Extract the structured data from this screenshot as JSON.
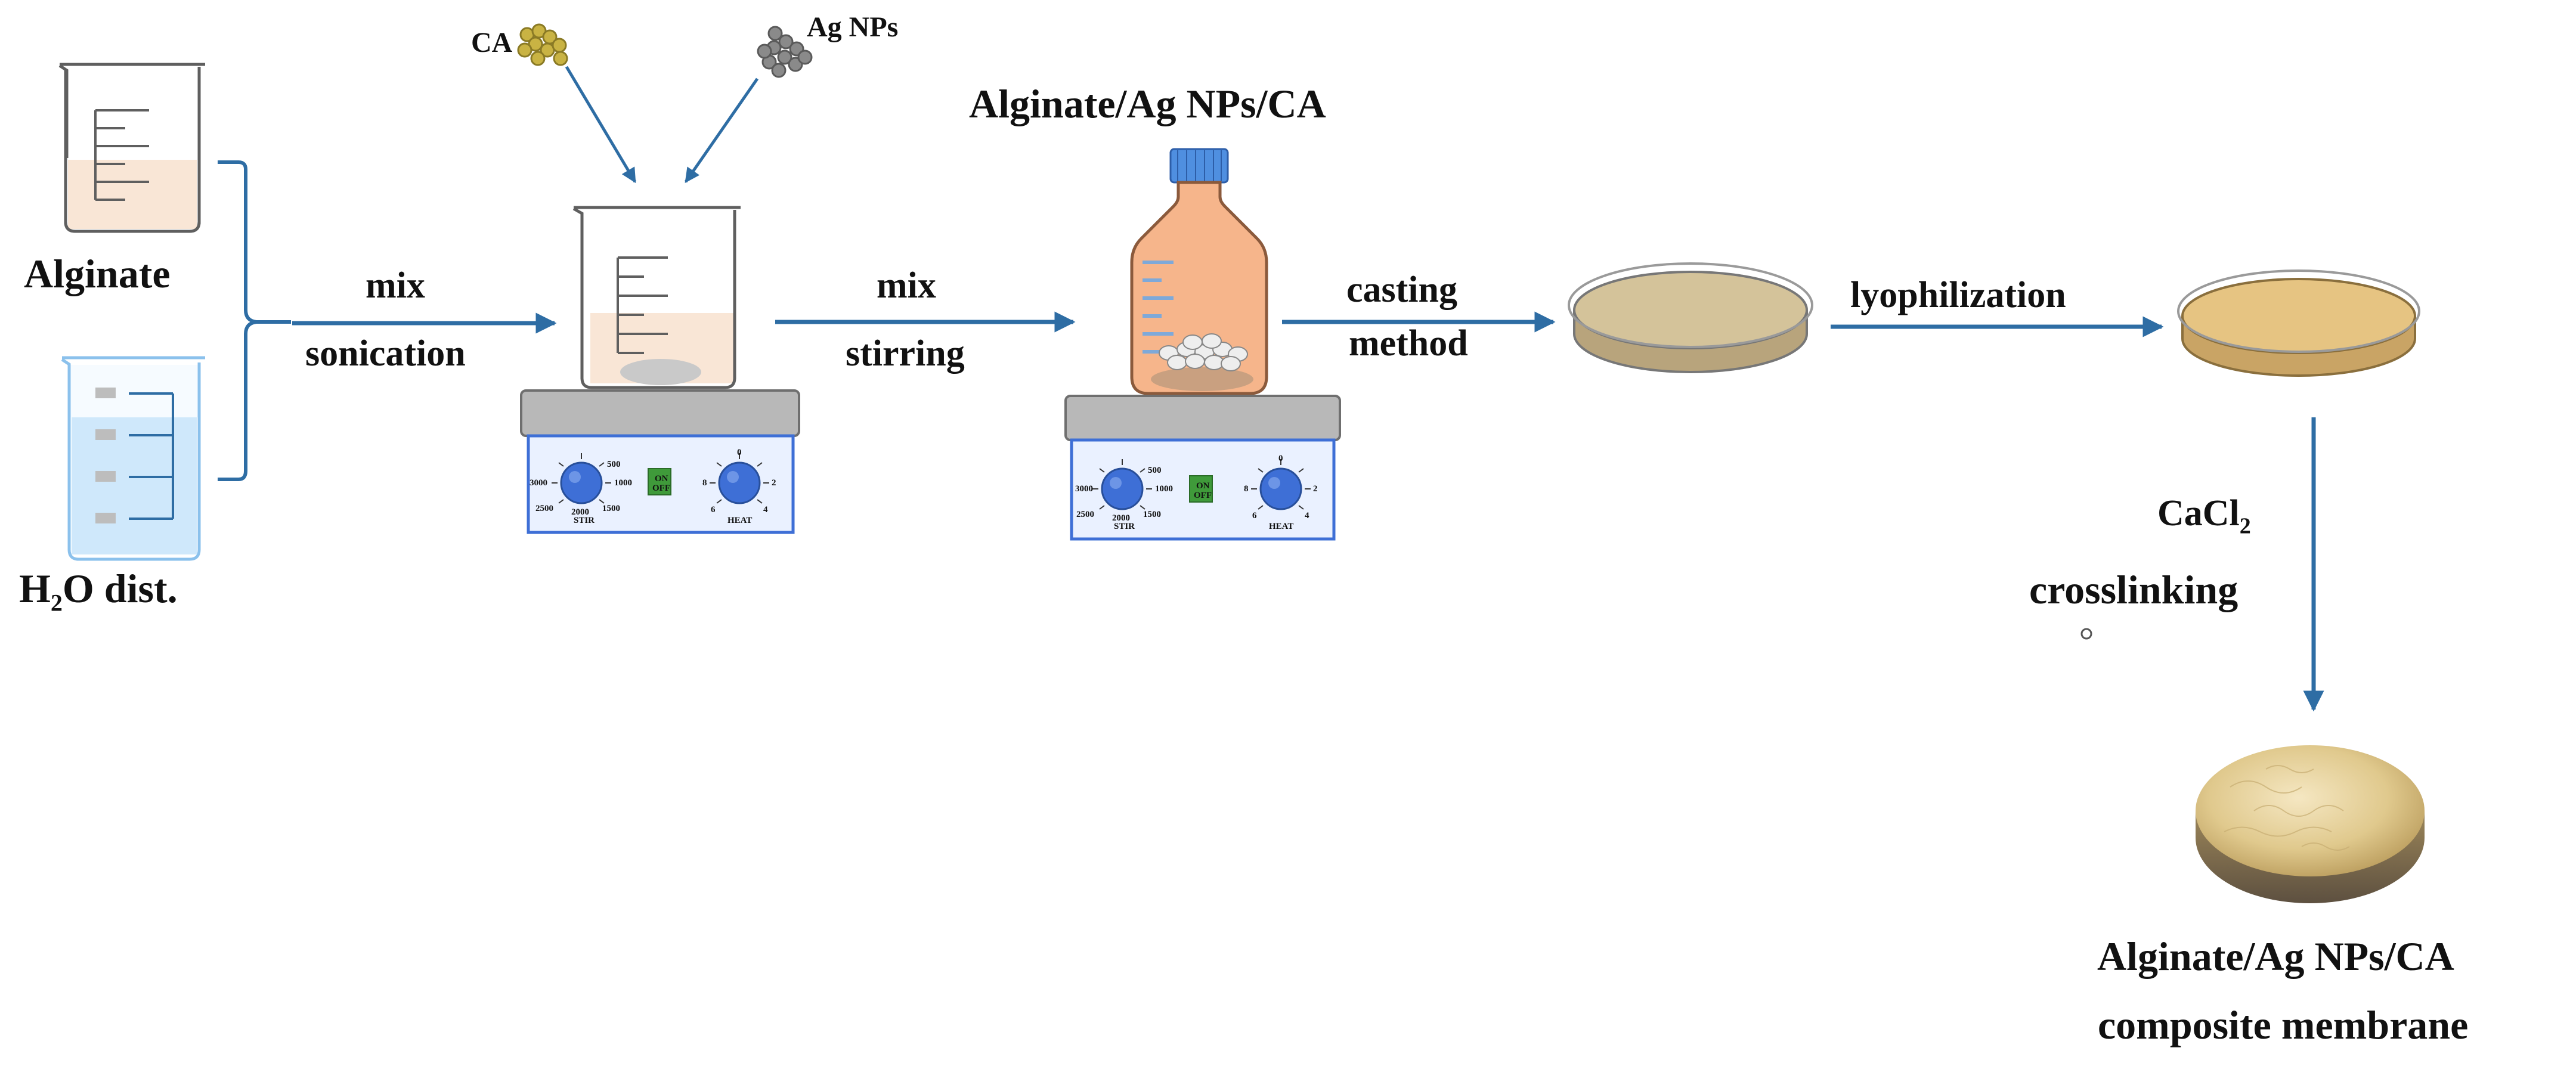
{
  "labels": {
    "alginate": "Alginate",
    "h2o_main": "H",
    "h2o_sub": "2",
    "h2o_rest": "O dist.",
    "ca": "CA",
    "ag_nps": "Ag NPs",
    "mix1": "mix",
    "sonication": "sonication",
    "mix2": "mix",
    "stirring": "stirring",
    "product_title": "Alginate/Ag NPs/CA",
    "casting": "casting",
    "method": "method",
    "lyophilization": "lyophilization",
    "cacl_main": "CaCl",
    "cacl_sub": "2",
    "crosslinking": "crosslinking",
    "final_line1": "Alginate/Ag NPs/CA",
    "final_line2": "composite membrane"
  },
  "stirrer": {
    "stir_label": "STIR",
    "heat_label": "HEAT",
    "button_label_1": "ON",
    "button_label_2": "OFF",
    "stir_scale": [
      "500",
      "1000",
      "1500",
      "2000",
      "2500",
      "3000"
    ],
    "heat_scale": [
      "0",
      "2",
      "4",
      "6",
      "8"
    ]
  },
  "colors": {
    "arrow": "#2e6da4",
    "beaker_outline": "#5f5f5f",
    "alginate_fill": "#f9e6d6",
    "water_fill": "#cfe8fb",
    "bottle_fill": "#f6b58b",
    "bottle_cap": "#4f8fe0",
    "stirrer_body": "#eaf1ff",
    "stirrer_top": "#b8b8b8",
    "knob": "#3e6fd6",
    "petri_fill_1": "#d4c39a",
    "petri_fill_2": "#e6c482",
    "ca_particle": "#c9b343",
    "ag_particle": "#8a8a8a",
    "membrane": "#e3d09a"
  }
}
